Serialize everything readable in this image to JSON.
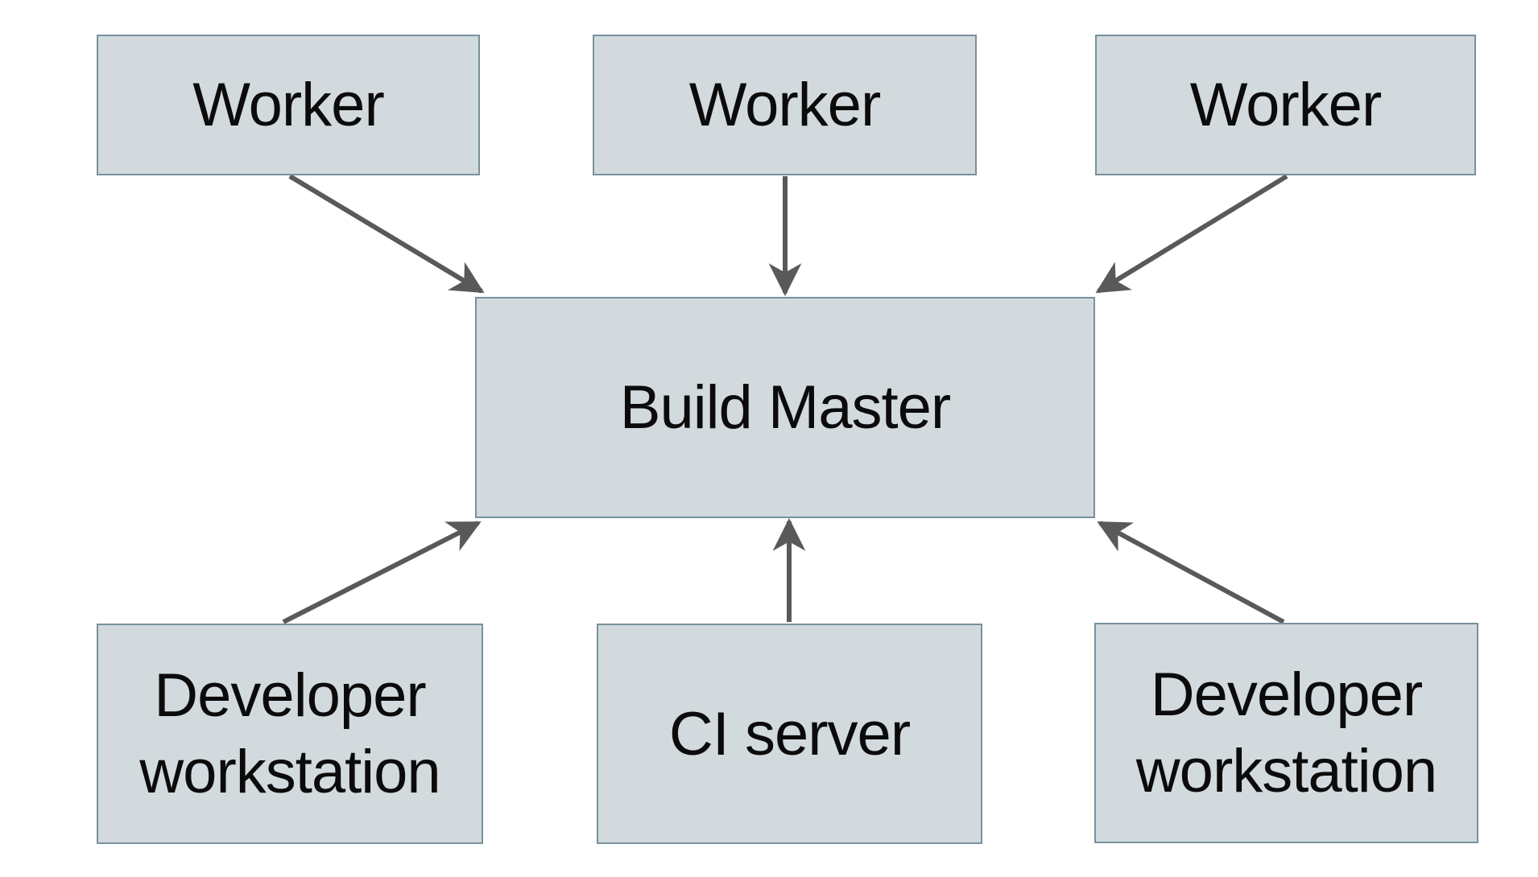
{
  "diagram": {
    "type": "architecture-diagram",
    "nodes": {
      "worker1": {
        "label": "Worker"
      },
      "worker2": {
        "label": "Worker"
      },
      "worker3": {
        "label": "Worker"
      },
      "build_master": {
        "label": "Build Master"
      },
      "dev_left": {
        "label": "Developer workstation"
      },
      "ci_server": {
        "label": "CI server"
      },
      "dev_right": {
        "label": "Developer workstation"
      }
    },
    "edges": [
      {
        "from": "worker1",
        "to": "build_master"
      },
      {
        "from": "worker2",
        "to": "build_master"
      },
      {
        "from": "worker3",
        "to": "build_master"
      },
      {
        "from": "dev_left",
        "to": "build_master"
      },
      {
        "from": "ci_server",
        "to": "build_master"
      },
      {
        "from": "dev_right",
        "to": "build_master"
      }
    ],
    "colors": {
      "node_fill": "#d2dadd",
      "node_border": "#78919d",
      "arrow": "#595959",
      "text": "#0b0b0b",
      "background": "#ffffff"
    }
  }
}
